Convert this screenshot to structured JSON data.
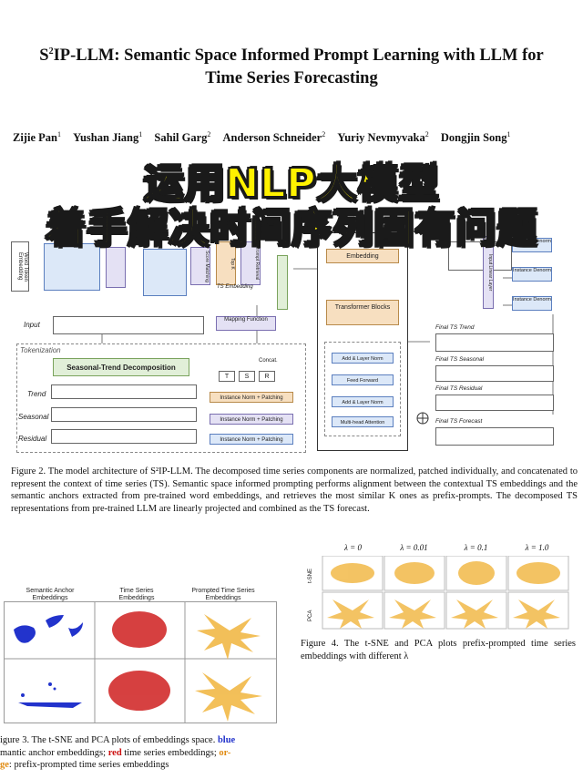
{
  "paper": {
    "title_prefix": "S",
    "title_sup": "2",
    "title_rest_line1": "IP-LLM: Semantic Space Informed Prompt Learning with LLM for",
    "title_line2": "Time Series Forecasting",
    "authors": [
      {
        "name": "Zijie Pan",
        "aff": "1"
      },
      {
        "name": "Yushan Jiang",
        "aff": "1"
      },
      {
        "name": "Sahil Garg",
        "aff": "2"
      },
      {
        "name": "Anderson Schneider",
        "aff": "2"
      },
      {
        "name": "Yuriy Nevmyvaka",
        "aff": "2"
      },
      {
        "name": "Dongjin Song",
        "aff": "1"
      }
    ]
  },
  "overlay": {
    "line1": "运用NLP大模型",
    "line2": "着手解决时间序列固有问题"
  },
  "figure2": {
    "labels": {
      "input": "Input",
      "tokenization": "Tokenization",
      "trend": "Trend",
      "seasonal": "Seasonal",
      "residual": "Residual",
      "decomposition": "Seasonal-Trend Decomposition",
      "concat": "Concat.",
      "inorm": "Instance Norm + Patching",
      "ts_embedding": "TS Embedding",
      "mapping": "Mapping Function",
      "embedding": "Embedding",
      "transformer": "Transformer Blocks",
      "add_norm": "Add & Layer Norm",
      "ffn": "Feed Forward",
      "mha": "Multi-head Attention",
      "final_trend": "Final TS Trend",
      "final_seasonal": "Final TS Seasonal",
      "final_residual": "Final TS Residual",
      "final_forecast": "Final TS Forecast",
      "instance_denorm": "Instance Denorm",
      "linear_layer": "Input Linear Layer",
      "word_token": "Word Token Embedding",
      "score_matching": "Score Matching",
      "prompt_retrieval": "Prompt Retrieval",
      "topk": "Top K",
      "t": "T",
      "s": "S",
      "r": "R"
    },
    "caption": "Figure 2. The model architecture of S²IP-LLM. The decomposed time series components are normalized, patched individually, and concatenated to represent the context of time series (TS). Semantic space informed prompting performs alignment between the contextual TS embeddings and the semantic anchors extracted from pre-trained word embeddings, and retrieves the most similar K ones as prefix-prompts. The decomposed TS representations from pre-trained LLM are linearly projected and combined as the TS forecast."
  },
  "figure3": {
    "col_heads": [
      "Semantic Anchor Embeddings",
      "Time Series Embeddings",
      "Prompted Time Series Embeddings"
    ],
    "caption_a": "igure 3. The t-SNE and PCA plots of embeddings space.",
    "blue_word": "blue",
    "caption_b": "mantic anchor embeddings;",
    "red_word": "red",
    "caption_c": "time series embeddings;",
    "or_word": "or-",
    "or_word2": "ge",
    "caption_d": ": prefix-prompted time series embeddings"
  },
  "figure4": {
    "lambdas": [
      "λ = 0",
      "λ = 0.01",
      "λ = 0.1",
      "λ = 1.0"
    ],
    "rows": [
      "t-SNE",
      "PCA"
    ],
    "caption": "Figure 4. The t-SNE and PCA plots prefix-prompted time series embeddings with different λ"
  },
  "colors": {
    "overlay_fill": "#fff200",
    "anchor": "#2233cc",
    "ts": "#cc1111",
    "prompted": "#e08a10"
  }
}
